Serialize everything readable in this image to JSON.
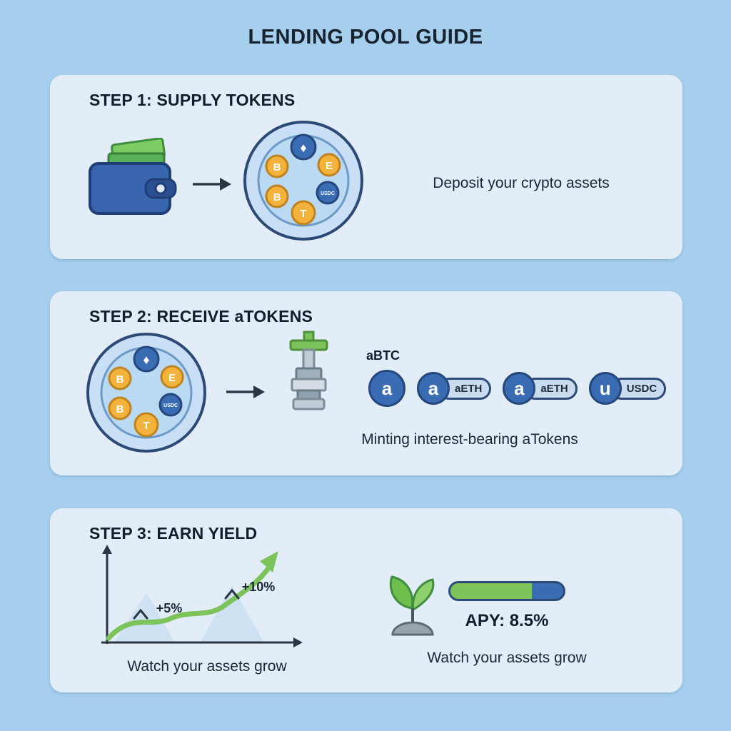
{
  "title": "LENDING POOL GUIDE",
  "step1": {
    "heading": "STEP 1: SUPPLY TOKENS",
    "caption": "Deposit your crypto assets"
  },
  "pool": {
    "coin_eth": "♦",
    "coin_btc": "B",
    "coin_e": "E",
    "coin_btc2": "B",
    "coin_usdc": "USDC",
    "coin_t": "T"
  },
  "step2": {
    "heading": "STEP 2: RECEIVE aTOKENS",
    "minted_label": "aBTC",
    "atoken1": "a",
    "atoken2": "a",
    "atoken2_tag": "aETH",
    "atoken3": "a",
    "atoken3_tag": "aETH",
    "atoken4": "u",
    "atoken4_tag": "USDC",
    "caption": "Minting interest-bearing aTokens"
  },
  "step3": {
    "heading": "STEP 3: EARN YIELD",
    "chart": {
      "labels": [
        "+5%",
        "+10%"
      ]
    },
    "chart_caption": "Watch your assets grow",
    "apy": "APY: 8.5%",
    "caption": "Watch your assets grow"
  },
  "colors": {
    "background": "#a6cfee",
    "panel": "#e2edf8",
    "accent_green": "#7cc35b",
    "accent_blue": "#3a6cb4",
    "coin_gold": "#f2b23c",
    "text": "#16222e"
  }
}
